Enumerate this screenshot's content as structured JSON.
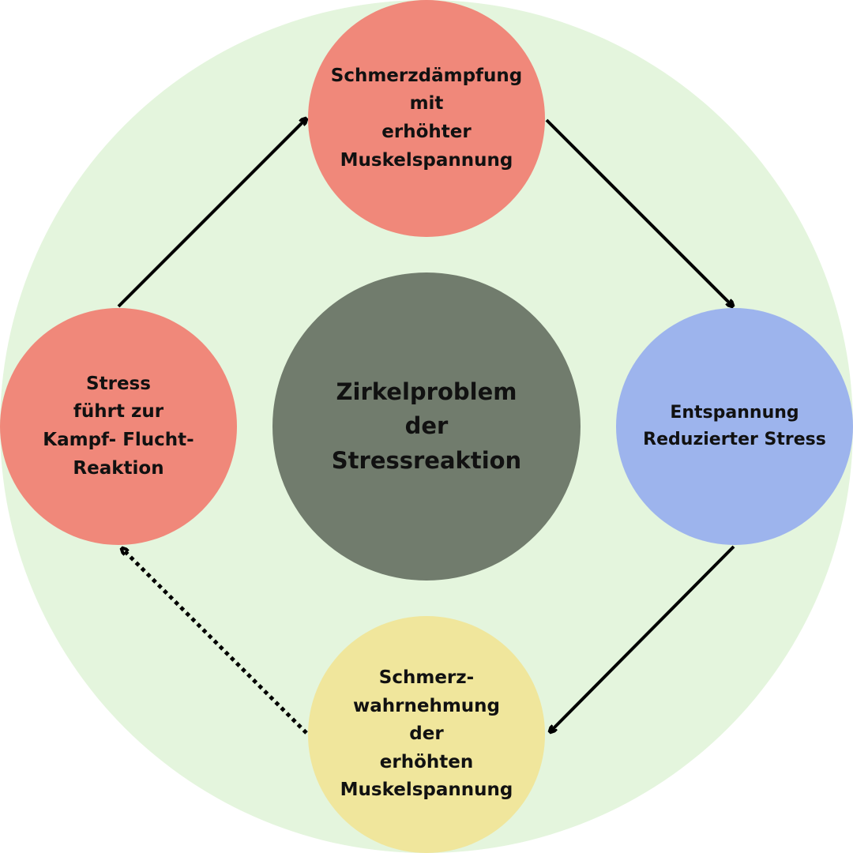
{
  "colors": {
    "outer_circle": "#e4f5dd",
    "center": "#717c6d",
    "top": "#f0887a",
    "left": "#f0887a",
    "right": "#9db4ed",
    "bottom": "#f0e69c",
    "arrow": "#000000"
  },
  "center": {
    "lines": [
      "Zirkelproblem",
      "der",
      "Stressreaktion"
    ]
  },
  "nodes": {
    "top": {
      "lines": [
        "Schmerzdämpfung",
        "mit",
        "erhöhter",
        "Muskelspannung"
      ]
    },
    "right": {
      "lines": [
        "Entspannung",
        "Reduzierter Stress"
      ]
    },
    "bottom": {
      "lines": [
        "Schmerz-",
        "wahrnehmung",
        "der",
        "erhöhten",
        "Muskelspannung"
      ]
    },
    "left": {
      "lines": [
        "Stress",
        "führt zur",
        "Kampf- Flucht-",
        "Reaktion"
      ]
    }
  },
  "arrows": [
    {
      "from": "left",
      "to": "top",
      "style": "solid"
    },
    {
      "from": "top",
      "to": "right",
      "style": "solid"
    },
    {
      "from": "right",
      "to": "bottom",
      "style": "solid"
    },
    {
      "from": "bottom",
      "to": "left",
      "style": "dotted"
    }
  ]
}
